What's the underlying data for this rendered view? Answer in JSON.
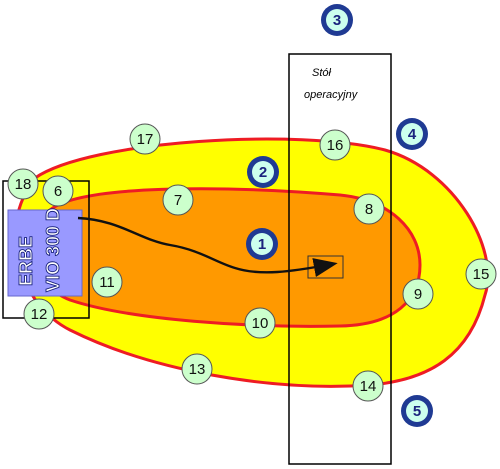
{
  "operating_table": {
    "label_line1": "Stół",
    "label_line2": "operacyjny"
  },
  "device": {
    "line1": "ERBE",
    "line2": "VIO 300 D"
  },
  "colors": {
    "outer_zone": "#ffff00",
    "inner_zone": "#ff9900",
    "zone_border": "#ee1c24",
    "device_fill": "#9999ff",
    "green_marker": "#ccffcc",
    "blue_marker_ring": "#1f3a93",
    "blue_marker_inner": "#ccffee"
  },
  "markers": {
    "m1": "1",
    "m2": "2",
    "m3": "3",
    "m4": "4",
    "m5": "5",
    "m6": "6",
    "m7": "7",
    "m8": "8",
    "m9": "9",
    "m10": "10",
    "m11": "11",
    "m12": "12",
    "m13": "13",
    "m14": "14",
    "m15": "15",
    "m16": "16",
    "m17": "17",
    "m18": "18"
  }
}
